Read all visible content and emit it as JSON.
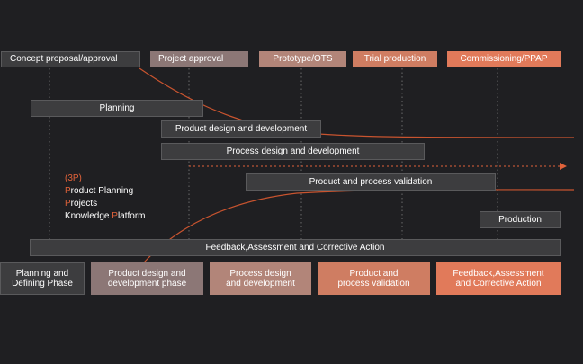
{
  "colors": {
    "background": "#1f1f22",
    "accent": "#e0623a",
    "curve": "#c9542f"
  },
  "milestones": [
    {
      "label": "Concept proposal/approval"
    },
    {
      "label": "Project approval"
    },
    {
      "label": "Prototype/OTS"
    },
    {
      "label": "Trial production"
    },
    {
      "label": "Commissioning/PPAP"
    }
  ],
  "activities": {
    "planning": "Planning",
    "product_design": "Product design and development",
    "process_design": "Process design and development",
    "validation": "Product and process validation",
    "production": "Production",
    "feedback": "Feedback,Assessment and Corrective Action"
  },
  "threep": {
    "title": "(3P)",
    "line1_first": "P",
    "line1_rest": "roduct Planning",
    "line2_first": "P",
    "line2_rest": "rojects",
    "line3_a": "Knowledge ",
    "line3_first": "P",
    "line3_rest": "latform"
  },
  "phases": [
    {
      "line1": "Planning and",
      "line2": "Defining Phase"
    },
    {
      "line1": "Product design and",
      "line2": "development phase"
    },
    {
      "line1": "Process design",
      "line2": "and development"
    },
    {
      "line1": "Product and",
      "line2": "process validation"
    },
    {
      "line1": "Feedback,Assessment",
      "line2": "and Corrective Action"
    }
  ]
}
